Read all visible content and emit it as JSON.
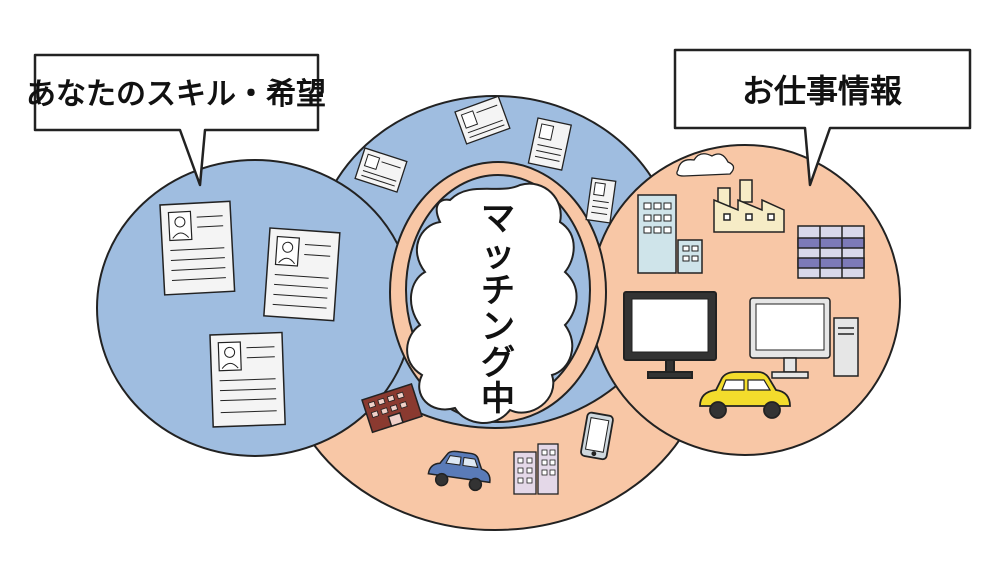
{
  "labels": {
    "skills": "あなたのスキル・希望",
    "jobs": "お仕事情報",
    "matching": "マッチング中"
  },
  "colors": {
    "blue": "#9fbde0",
    "peach": "#f8c7a6",
    "outline": "#222222",
    "bubble": "#ffffff",
    "paper": "#f4f4f4",
    "car_yellow": "#f3dc2c",
    "car_blue": "#5a7bb8",
    "building_red": "#8a3a30",
    "factory": "#f6ecc6",
    "office_blue": "#cfe4ea"
  },
  "icons": [
    "resume-icon",
    "factory-icon",
    "office-building-icon",
    "apartment-icon",
    "monitor-icon",
    "desktop-computer-icon",
    "yellow-car-icon",
    "blue-car-icon",
    "smartphone-icon",
    "city-buildings-icon",
    "red-building-icon",
    "cloud-icon"
  ]
}
